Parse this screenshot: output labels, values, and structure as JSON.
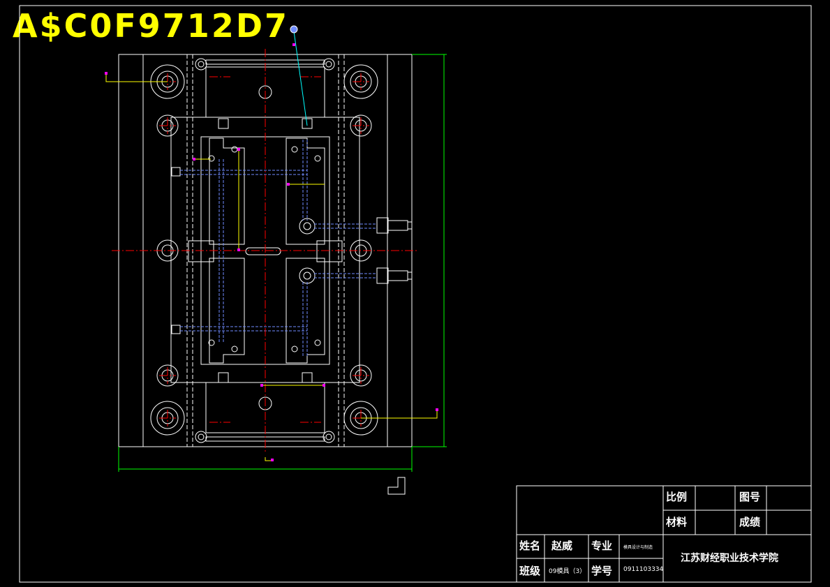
{
  "stamp": "A$C0F9712D7",
  "title_block": {
    "scale_label": "比例",
    "drawing_no_label": "图号",
    "material_label": "材料",
    "grade_label": "成绩",
    "name_label": "姓名",
    "name_value": "赵威",
    "major_label": "专业",
    "major_value": "模具设计与制造",
    "class_label": "班级",
    "class_value": "09模具（3）",
    "student_no_label": "学号",
    "student_no_value": "0911103334",
    "school": "江苏财经职业技术学院"
  },
  "colors": {
    "background": "#000000",
    "frame": "#ffffff",
    "centerline": "#ff0000",
    "hidden": "#6f8cff",
    "dimension": "#00ff00",
    "leader": "#ffff00",
    "marker": "#ff00ff",
    "stamp": "#ffff00"
  }
}
